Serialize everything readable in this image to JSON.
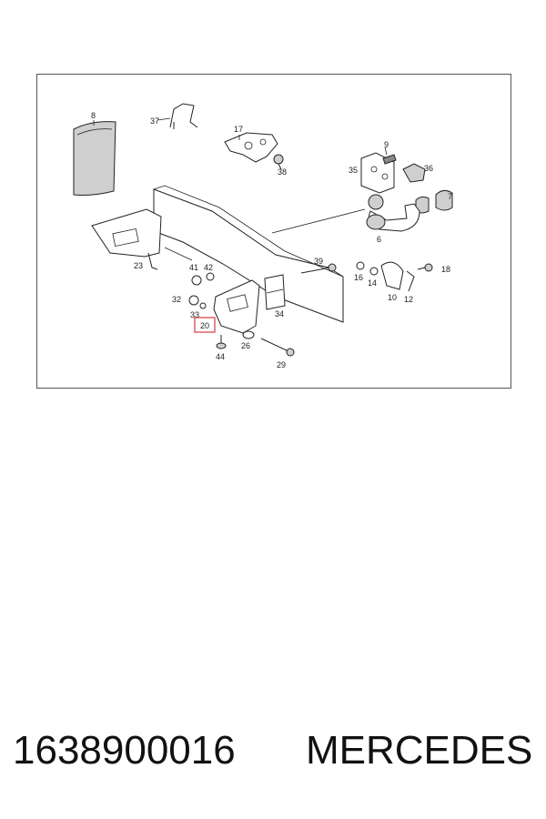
{
  "diagram": {
    "callouts": [
      "8",
      "37",
      "17",
      "38",
      "9",
      "35",
      "36",
      "7",
      "6",
      "23",
      "39",
      "16",
      "14",
      "18",
      "10",
      "12",
      "41",
      "42",
      "32",
      "33",
      "20",
      "34",
      "44",
      "26",
      "29"
    ],
    "highlighted": "20"
  },
  "footer": {
    "part_number": "1638900016",
    "brand": "MERCEDES"
  },
  "colors": {
    "highlight": "#d9363e",
    "line": "#222222"
  }
}
